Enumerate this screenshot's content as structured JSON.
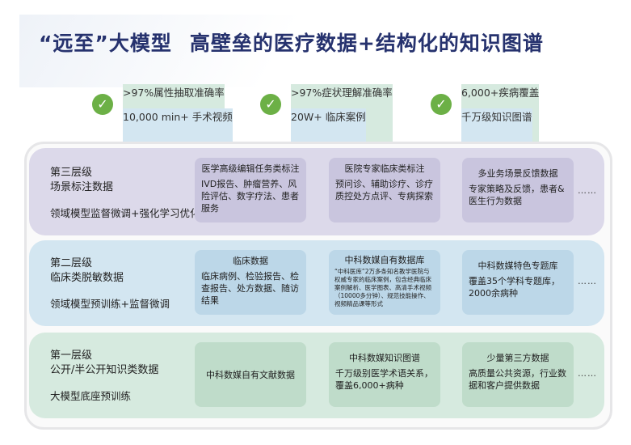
{
  "title": {
    "part1": "“远至”大模型",
    "part2": "高壁垒的医疗数据+结构化的知识图谱"
  },
  "features": [
    {
      "line1": ">97%属性抽取准确率",
      "line2": "10,000 min+ 手术视频"
    },
    {
      "line1": ">97%症状理解准确率",
      "line2": "20W+ 临床案例"
    },
    {
      "line1": "6,000+疾病覆盖",
      "line2": "千万级知识图谱"
    }
  ],
  "check_glyph": "✓",
  "colors": {
    "check": "#6cb046",
    "title": "#26326e",
    "layer3": "#dcd9ea",
    "layer2": "#d3e6f1",
    "layer1": "#d6eadf"
  },
  "layers": {
    "layer3": {
      "name_line1": "第三层级",
      "name_line2": "场景标注数据",
      "desc": "领域模型监督微调+强化学习优化",
      "boxes": [
        {
          "title": "医学高级编辑任务类标注",
          "body": "IVD报告、肿瘤营养、风险评估、数字疗法、患者服务"
        },
        {
          "title": "医院专家临床类标注",
          "body": "预问诊、辅助诊疗、诊疗质控处方点评、专病探索"
        },
        {
          "title": "多业务场景反馈数据",
          "body": "专家策略及反馈，患者&医生行为数据"
        }
      ],
      "more": "……"
    },
    "layer2": {
      "name_line1": "第二层级",
      "name_line2": "临床类脱敏数据",
      "desc": "领域模型预训练+监督微调",
      "boxes": [
        {
          "title": "临床数据",
          "body": "临床病例、检验报告、检查报告、处方数据、随访结果"
        },
        {
          "title": "中科数媒自有数据库",
          "body": "“中科医库”2万多条知名教学医院与权威专家的临床案例，包含经典临床案例解析、医学图表、高清手术视频（10000多分钟）、规范技能操作、视频精品课等形式"
        },
        {
          "title": "中科数媒特色专题库",
          "body": "覆盖35个学科专题库，2000余病种"
        }
      ],
      "more": "……"
    },
    "layer1": {
      "name_line1": "第一层级",
      "name_line2": "公开/半公开知识类数据",
      "desc": "大模型底座预训练",
      "boxes": [
        {
          "title": "",
          "body": "中科数媒自有文献数据"
        },
        {
          "title": "中科数媒知识图谱",
          "body": "千万级别医学术语关系，覆盖6,000+病种"
        },
        {
          "title": "少量第三方数据",
          "body": "高质量公共资源，行业数据和客户提供数据"
        }
      ],
      "more": "……"
    }
  }
}
